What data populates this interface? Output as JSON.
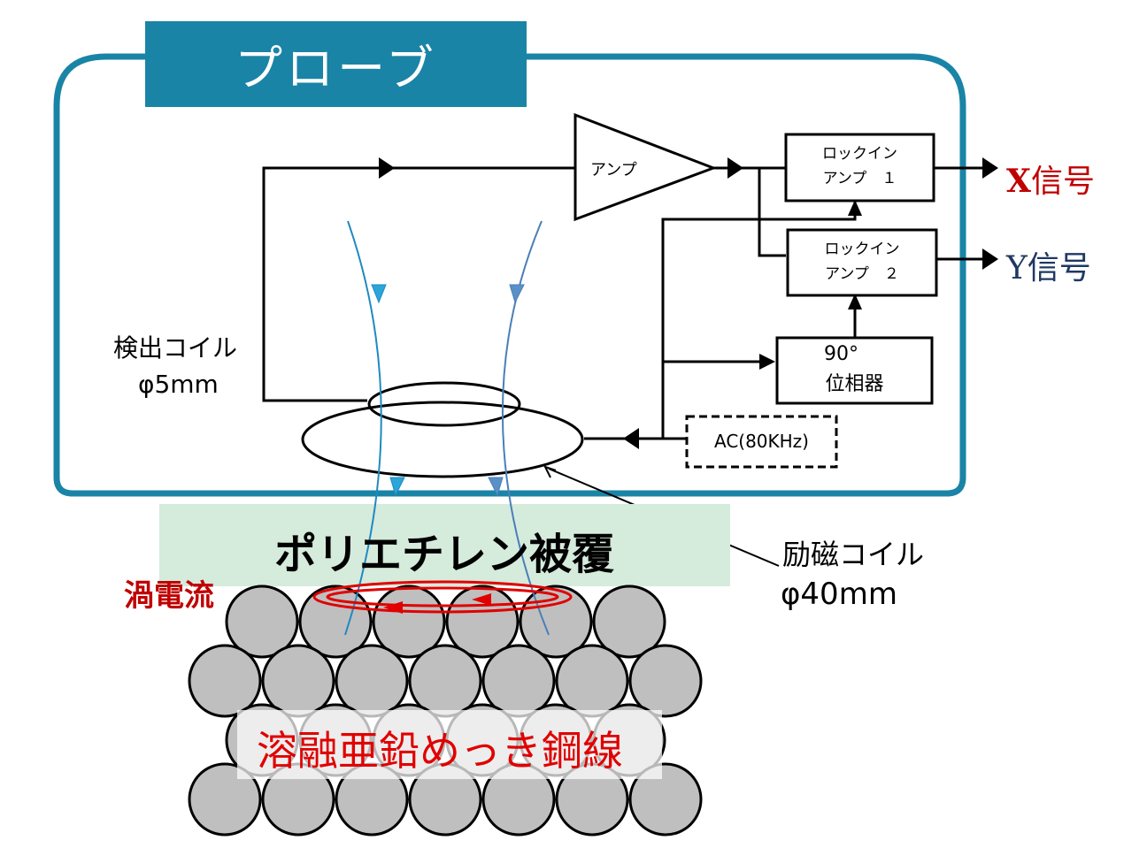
{
  "title": "プローブ",
  "colors": {
    "probe_frame": "#1a84a6",
    "x_signal": "#c00000",
    "y_signal": "#1f3864",
    "eddy_current": "#e00000",
    "coating_bg": "#d5ebdc",
    "wire_fill": "#bfbfbf",
    "flux_line_left": "#1f8ac0",
    "flux_line_right": "#4a7fb8"
  },
  "blocks": {
    "amp": "アンプ",
    "lockin1": {
      "line1": "ロックイン",
      "line2": "アンプ　１"
    },
    "lockin2": {
      "line1": "ロックイン",
      "line2": "アンプ　２"
    },
    "phase_shifter": {
      "line1": "90°",
      "line2": "位相器"
    },
    "ac_source": "AC(80KHz)"
  },
  "outputs": {
    "x_letter": "X",
    "x_suffix": "信号",
    "y_letter": "Y",
    "y_suffix": "信号"
  },
  "labels": {
    "detect_coil": "検出コイル",
    "detect_coil_dia": "φ5mm",
    "excite_coil": "励磁コイル",
    "excite_coil_dia": "φ40mm",
    "coating": "ポリエチレン被覆",
    "eddy": "渦電流",
    "wire": "溶融亜鉛めっき鋼線"
  }
}
